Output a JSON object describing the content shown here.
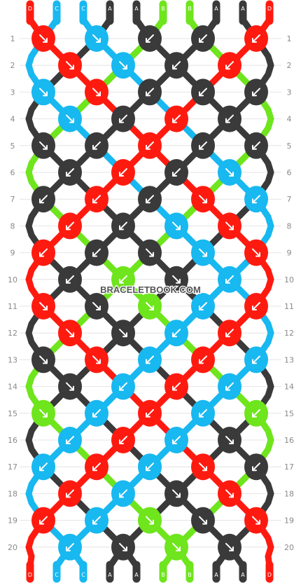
{
  "watermark": "BRACELETBOOK.COM",
  "colors": {
    "A": "#3a3a3a",
    "B": "#6ee51c",
    "C": "#18b8f0",
    "D": "#ff1a10"
  },
  "arrow_color": "#ffffff",
  "strands_top": [
    "D",
    "C",
    "C",
    "A",
    "A",
    "B",
    "B",
    "A",
    "A",
    "D"
  ],
  "strands_bottom": [
    "D",
    "C",
    "C",
    "A",
    "A",
    "B",
    "B",
    "A",
    "A",
    "D"
  ],
  "row_numbers": [
    "1",
    "2",
    "3",
    "4",
    "5",
    "6",
    "7",
    "8",
    "9",
    "10",
    "11",
    "12",
    "13",
    "14",
    "15",
    "16",
    "17",
    "18",
    "19",
    "20"
  ],
  "knots": [
    [
      {
        "c": "D",
        "a": "dr"
      },
      {
        "c": "C",
        "a": "dr"
      },
      {
        "c": "A",
        "a": "dl"
      },
      {
        "c": "A",
        "a": "dl"
      },
      {
        "c": "D",
        "a": "dl"
      }
    ],
    [
      {
        "c": "D",
        "a": "dr"
      },
      {
        "c": "C",
        "a": "dr"
      },
      {
        "c": "A",
        "a": "dl"
      },
      {
        "c": "D",
        "a": "dl"
      }
    ],
    [
      {
        "c": "C",
        "a": "dr"
      },
      {
        "c": "D",
        "a": "dr"
      },
      {
        "c": "A",
        "a": "dl"
      },
      {
        "c": "A",
        "a": "dl"
      },
      {
        "c": "A",
        "a": "dl"
      }
    ],
    [
      {
        "c": "C",
        "a": "dr"
      },
      {
        "c": "A",
        "a": "dl"
      },
      {
        "c": "D",
        "a": "dl"
      },
      {
        "c": "A",
        "a": "dl"
      }
    ],
    [
      {
        "c": "A",
        "a": "dr"
      },
      {
        "c": "A",
        "a": "dl"
      },
      {
        "c": "D",
        "a": "dl"
      },
      {
        "c": "A",
        "a": "dl"
      },
      {
        "c": "A",
        "a": "dl"
      }
    ],
    [
      {
        "c": "A",
        "a": "dl"
      },
      {
        "c": "D",
        "a": "dl"
      },
      {
        "c": "A",
        "a": "dl"
      },
      {
        "c": "C",
        "a": "dr"
      }
    ],
    [
      {
        "c": "A",
        "a": "dl"
      },
      {
        "c": "D",
        "a": "dl"
      },
      {
        "c": "A",
        "a": "dl"
      },
      {
        "c": "D",
        "a": "dr"
      },
      {
        "c": "C",
        "a": "dl"
      }
    ],
    [
      {
        "c": "D",
        "a": "dl"
      },
      {
        "c": "A",
        "a": "dl"
      },
      {
        "c": "C",
        "a": "dr"
      },
      {
        "c": "D",
        "a": "dr"
      }
    ],
    [
      {
        "c": "D",
        "a": "dl"
      },
      {
        "c": "A",
        "a": "dl"
      },
      {
        "c": "A",
        "a": "dr"
      },
      {
        "c": "C",
        "a": "dr"
      },
      {
        "c": "D",
        "a": "dr"
      }
    ],
    [
      {
        "c": "A",
        "a": "dl"
      },
      {
        "c": "B",
        "a": "dl"
      },
      {
        "c": "A",
        "a": "dr"
      },
      {
        "c": "C",
        "a": "dl"
      }
    ],
    [
      {
        "c": "D",
        "a": "dr"
      },
      {
        "c": "A",
        "a": "dr"
      },
      {
        "c": "B",
        "a": "dr"
      },
      {
        "c": "C",
        "a": "dl"
      },
      {
        "c": "D",
        "a": "dl"
      }
    ],
    [
      {
        "c": "D",
        "a": "dr"
      },
      {
        "c": "A",
        "a": "dr"
      },
      {
        "c": "C",
        "a": "dl"
      },
      {
        "c": "D",
        "a": "dl"
      }
    ],
    [
      {
        "c": "A",
        "a": "dr"
      },
      {
        "c": "D",
        "a": "dr"
      },
      {
        "c": "C",
        "a": "dl"
      },
      {
        "c": "D",
        "a": "dl"
      },
      {
        "c": "C",
        "a": "dl"
      }
    ],
    [
      {
        "c": "A",
        "a": "dr"
      },
      {
        "c": "C",
        "a": "dl"
      },
      {
        "c": "D",
        "a": "dl"
      },
      {
        "c": "C",
        "a": "dl"
      }
    ],
    [
      {
        "c": "B",
        "a": "dr"
      },
      {
        "c": "C",
        "a": "dl"
      },
      {
        "c": "D",
        "a": "dl"
      },
      {
        "c": "C",
        "a": "dl"
      },
      {
        "c": "B",
        "a": "dl"
      }
    ],
    [
      {
        "c": "C",
        "a": "dl"
      },
      {
        "c": "D",
        "a": "dl"
      },
      {
        "c": "C",
        "a": "dl"
      },
      {
        "c": "A",
        "a": "dr"
      }
    ],
    [
      {
        "c": "C",
        "a": "dl"
      },
      {
        "c": "D",
        "a": "dl"
      },
      {
        "c": "C",
        "a": "dl"
      },
      {
        "c": "D",
        "a": "dr"
      },
      {
        "c": "A",
        "a": "dl"
      }
    ],
    [
      {
        "c": "D",
        "a": "dl"
      },
      {
        "c": "C",
        "a": "dl"
      },
      {
        "c": "A",
        "a": "dr"
      },
      {
        "c": "D",
        "a": "dr"
      }
    ],
    [
      {
        "c": "D",
        "a": "dl"
      },
      {
        "c": "C",
        "a": "dl"
      },
      {
        "c": "B",
        "a": "dr"
      },
      {
        "c": "A",
        "a": "dr"
      },
      {
        "c": "D",
        "a": "dr"
      }
    ],
    [
      {
        "c": "C",
        "a": "dl"
      },
      {
        "c": "A",
        "a": "dr"
      },
      {
        "c": "B",
        "a": "dr"
      },
      {
        "c": "A",
        "a": "dr"
      }
    ]
  ]
}
